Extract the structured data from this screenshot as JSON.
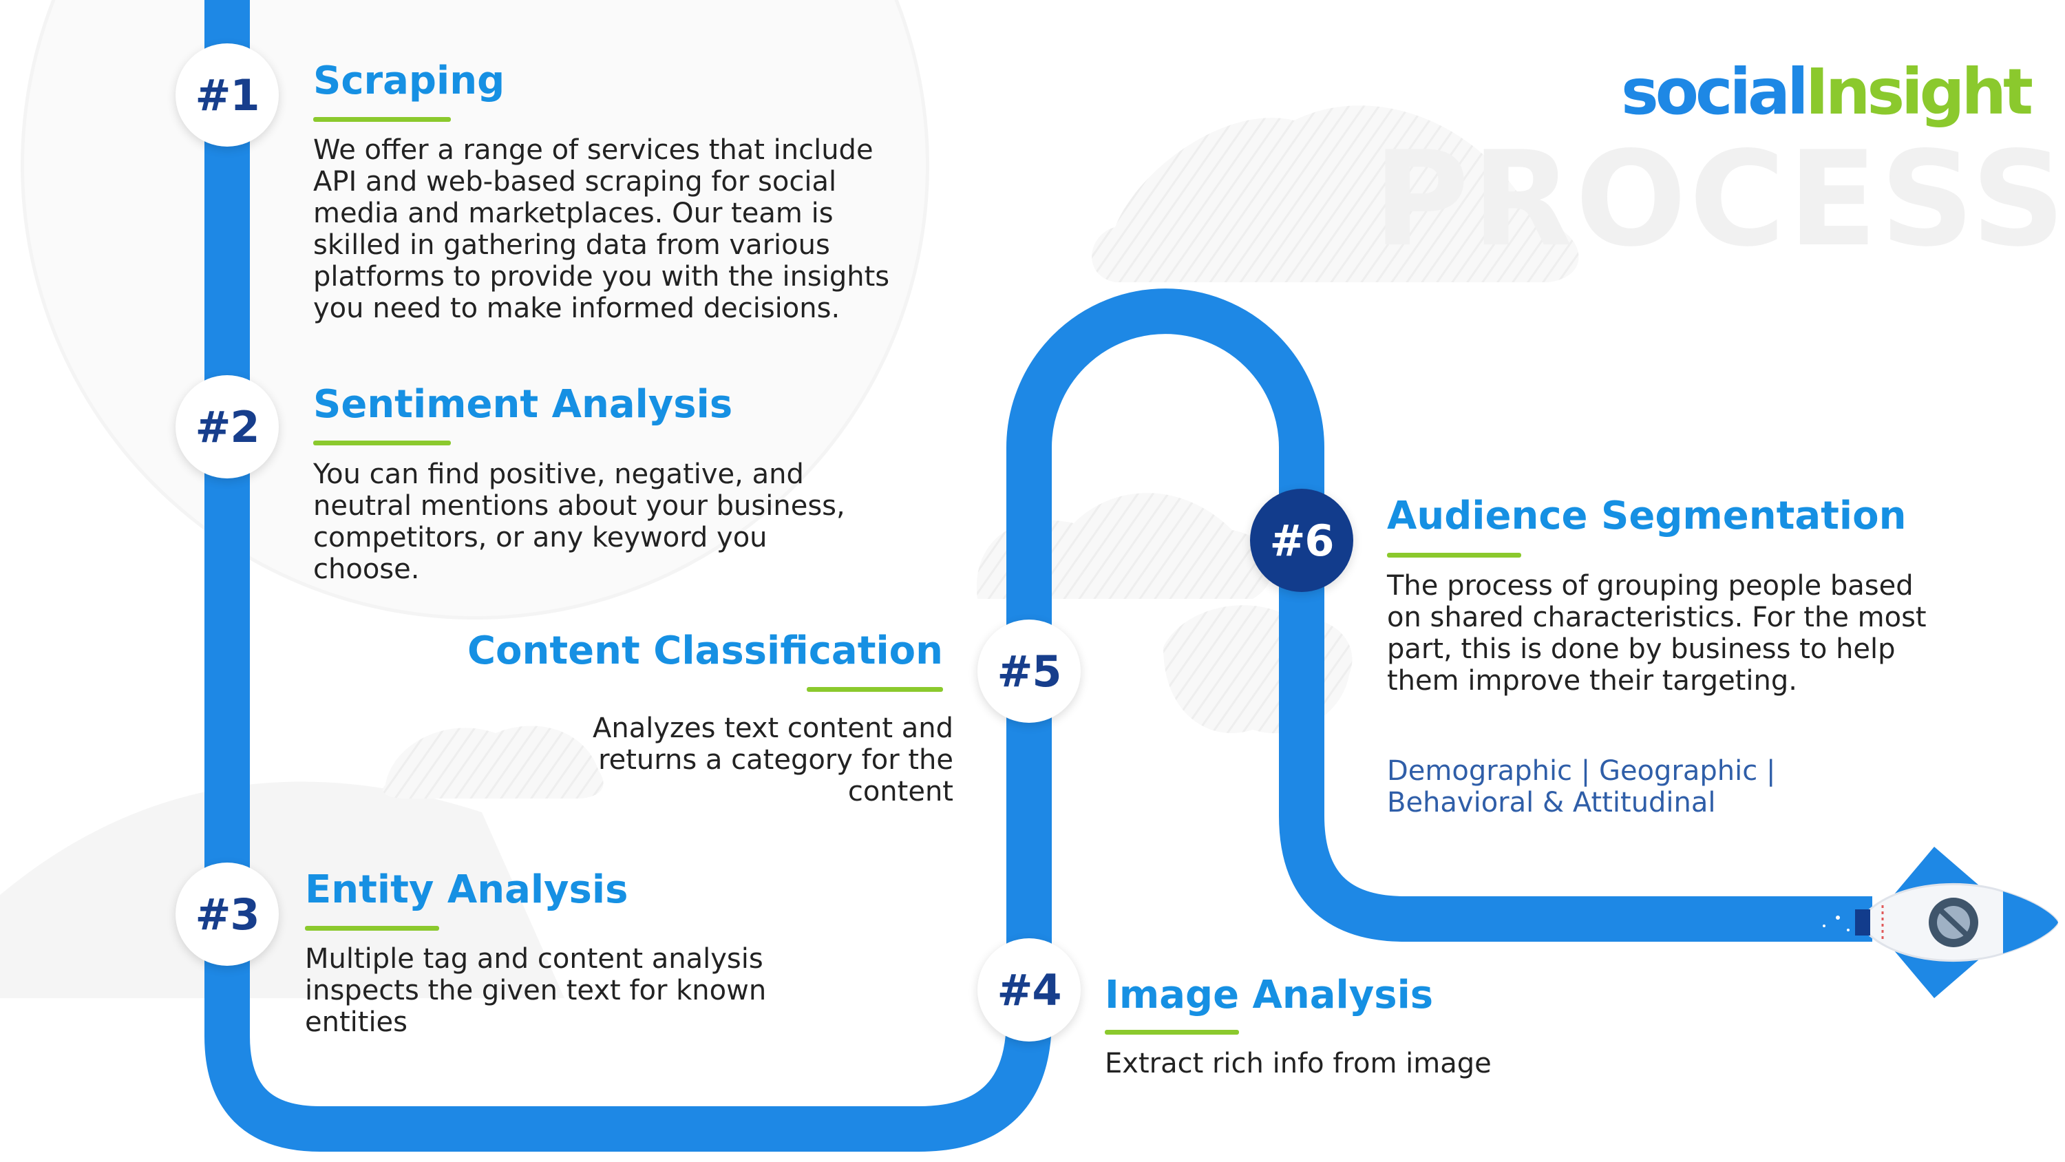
{
  "logo": {
    "part1": "social",
    "part2": "Insight"
  },
  "watermark": "PROCESS",
  "colors": {
    "path": "#1e88e5",
    "title": "#1690e3",
    "accent": "#8bc92d",
    "badge_text": "#173e8c",
    "badge_dark": "#123c8c",
    "tags": "#2f5ea8"
  },
  "steps": [
    {
      "number": "#1",
      "title": "Scraping",
      "description": "We offer a range of services that include API and web-based scraping for social media and marketplaces. Our team is skilled in gathering data from various platforms to provide you with the insights you need to make informed decisions."
    },
    {
      "number": "#2",
      "title": "Sentiment Analysis",
      "description": "You can find positive, negative, and neutral mentions about your business, competitors, or any keyword you choose."
    },
    {
      "number": "#3",
      "title": "Entity Analysis",
      "description": "Multiple tag and content analysis inspects the given text for known entities"
    },
    {
      "number": "#4",
      "title": "Image Analysis",
      "description": "Extract rich info from image"
    },
    {
      "number": "#5",
      "title": "Content Classification",
      "description": "Analyzes text content and returns a category for the content"
    },
    {
      "number": "#6",
      "title": "Audience Segmentation",
      "description": "The process of grouping people based on shared characteristics. For the most part, this is done by business to help them improve their targeting.",
      "tags": "Demographic | Geographic | Behavioral & Attitudinal"
    }
  ],
  "icons": {
    "end_marker": "rocket-icon"
  }
}
